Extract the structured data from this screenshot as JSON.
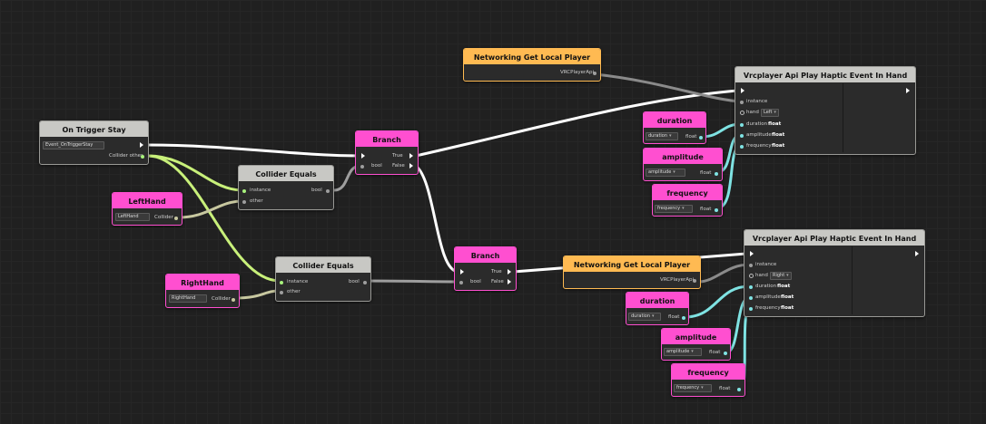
{
  "nodes": {
    "on_trigger_stay": {
      "title": "On Trigger Stay",
      "event_value": "Event_OnTriggerStay",
      "out_label": "Collider other"
    },
    "collider_equals_1": {
      "title": "Collider Equals",
      "in1": "instance",
      "in2": "other",
      "out": "bool"
    },
    "collider_equals_2": {
      "title": "Collider Equals",
      "in1": "instance",
      "in2": "other",
      "out": "bool"
    },
    "lefthand": {
      "title": "LeftHand",
      "value": "LeftHand",
      "out": "Collider"
    },
    "righthand": {
      "title": "RightHand",
      "value": "RightHand",
      "out": "Collider"
    },
    "branch_1": {
      "title": "Branch",
      "in": "bool",
      "true": "True",
      "false": "False"
    },
    "branch_2": {
      "title": "Branch",
      "in": "bool",
      "true": "True",
      "false": "False"
    },
    "get_local_player_1": {
      "title": "Networking Get Local Player",
      "out": "VRCPlayerApi"
    },
    "get_local_player_2": {
      "title": "Networking Get Local Player",
      "out": "VRCPlayerApi"
    },
    "haptic_1": {
      "title": "Vrcplayer Api Play Haptic Event In Hand",
      "instance": "instance",
      "hand": "hand",
      "hand_value": "Left",
      "duration": "duration",
      "amplitude": "amplitude",
      "frequency": "frequency",
      "type": "float"
    },
    "haptic_2": {
      "title": "Vrcplayer Api Play Haptic Event In Hand",
      "instance": "instance",
      "hand": "hand",
      "hand_value": "Right",
      "duration": "duration",
      "amplitude": "amplitude",
      "frequency": "frequency",
      "type": "float"
    },
    "duration_1": {
      "title": "duration",
      "value": "duration",
      "out": "float"
    },
    "amplitude_1": {
      "title": "amplitude",
      "value": "amplitude",
      "out": "float"
    },
    "frequency_1": {
      "title": "frequency",
      "value": "frequency",
      "out": "float"
    },
    "duration_2": {
      "title": "duration",
      "value": "duration",
      "out": "float"
    },
    "amplitude_2": {
      "title": "amplitude",
      "value": "amplitude",
      "out": "float"
    },
    "frequency_2": {
      "title": "frequency",
      "value": "frequency",
      "out": "float"
    }
  },
  "colors": {
    "exec_wire": "#ffffff",
    "bool_wire": "#9e9e9e",
    "object_wire": "#c8f07a",
    "float_wire": "#7fe3e3",
    "player_wire": "#8a8a8a",
    "gray_header": "#c8c8c4",
    "pink_header": "#ff4fd0",
    "orange_header": "#ffba52",
    "background": "#202020"
  }
}
